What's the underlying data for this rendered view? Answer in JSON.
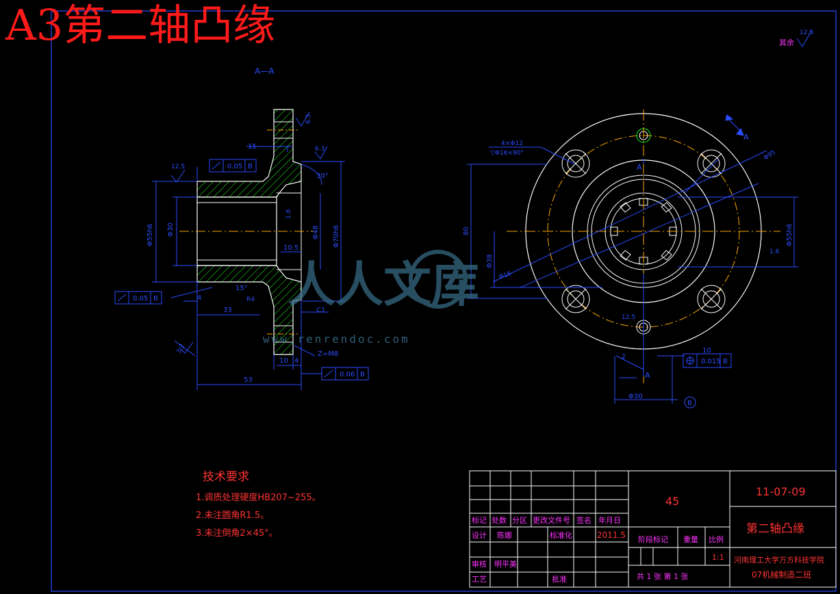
{
  "title": "A3第二轴凸缘",
  "section_label": "A—A",
  "surface_note": "其余",
  "roughness": {
    "general": "12.5",
    "r63": "6.3",
    "r125": "12.5",
    "r32": "3.2",
    "r16": "1.6"
  },
  "dims": {
    "d15": "15",
    "d30deg": "30°",
    "d55": "Φ55h6",
    "d30": "Φ30",
    "d48": "Φ48",
    "d70": "Φ70h6",
    "d105": "10.5",
    "d4": "4",
    "d33": "33",
    "d15deg": "15°",
    "r4": "R4",
    "c1": "C1",
    "d10": "10",
    "d53": "53",
    "zm8": "Z=M8",
    "holes_a": "4×Φ12",
    "holes_b": "▽Φ16×90°",
    "d95": "Φ95",
    "d10b": "10",
    "d30b": "Φ30",
    "d2": "2",
    "d16": "Φ16",
    "d38": "Φ38",
    "d80": "80",
    "d125": "12.5"
  },
  "tolerances": {
    "t1": {
      "value": "0.05",
      "datum": "B"
    },
    "t2": {
      "value": "0.05",
      "datum": "B"
    },
    "t3": {
      "value": "0.06",
      "datum": "B"
    },
    "t4": {
      "value": "0.015",
      "datum": "B"
    }
  },
  "datum_label": "B",
  "section_marks": [
    "A",
    "A",
    "A"
  ],
  "tech_requirements": {
    "heading": "技术要求",
    "items": [
      "1.调质处理硬度HB207~255。",
      "2.未注圆角R1.5。",
      "3.未注倒角2×45°。"
    ]
  },
  "title_block": {
    "material": "45",
    "date_code": "11-07-09",
    "part_name": "第二轴凸缘",
    "school": "河南理工大学万方科技学院",
    "class": "07机械制造二班",
    "headers": [
      "标记",
      "处数",
      "分区",
      "更改文件号",
      "签名",
      "年月日"
    ],
    "design_label": "设计",
    "designer": "陈娜",
    "standard_label": "标准化",
    "design_date": "2011.5",
    "stage_label": "阶段标记",
    "weight_label": "重量",
    "scale_label": "比例",
    "scale": "1:1",
    "review_label": "审核",
    "reviewer": "明平美",
    "process_label": "工艺",
    "approve_label": "批准",
    "sheets": "共 1 张  第 1 张"
  },
  "watermark": {
    "brand": "人人文库",
    "url": "www.renrendoc.com"
  },
  "colors": {
    "bg": "#000000",
    "outline": "#ffffff",
    "dim": "#2b4dff",
    "hatch": "#22ff22",
    "center": "#ffaa00",
    "red": "#ff1a1a",
    "magenta": "#ff33ff",
    "title": "#ff3333"
  }
}
